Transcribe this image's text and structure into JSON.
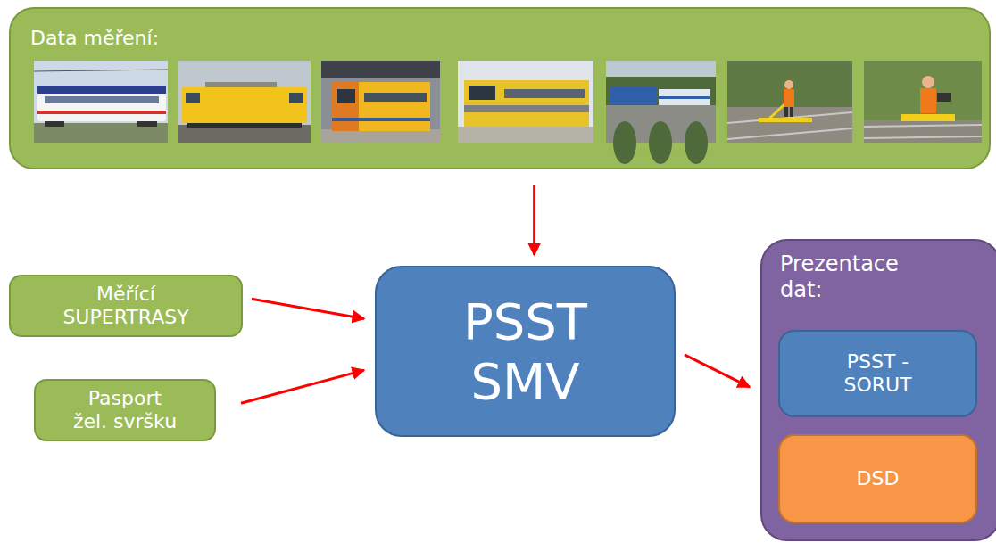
{
  "diagram": {
    "nodes": [
      {
        "text": [
          "Data měření:"
        ]
      },
      {
        "text": [
          "Měřící SUPERTRASY"
        ]
      },
      {
        "text": [
          "Pasport žel. svršku"
        ]
      },
      {
        "text": [
          "PSST SMV"
        ]
      },
      {
        "text": [
          "Prezentace dat:"
        ]
      },
      {
        "text": [
          "PSST - SORUT"
        ],
        "in": 4
      },
      {
        "text": [
          "DSD"
        ],
        "in": 4
      }
    ],
    "edges": [
      {
        "from": 0,
        "to": 3,
        "arrow": "to"
      },
      {
        "from": 1,
        "to": 3,
        "arrow": "to"
      },
      {
        "from": 2,
        "to": 3,
        "arrow": "to"
      },
      {
        "from": 3,
        "to": 4,
        "arrow": "to"
      }
    ]
  }
}
